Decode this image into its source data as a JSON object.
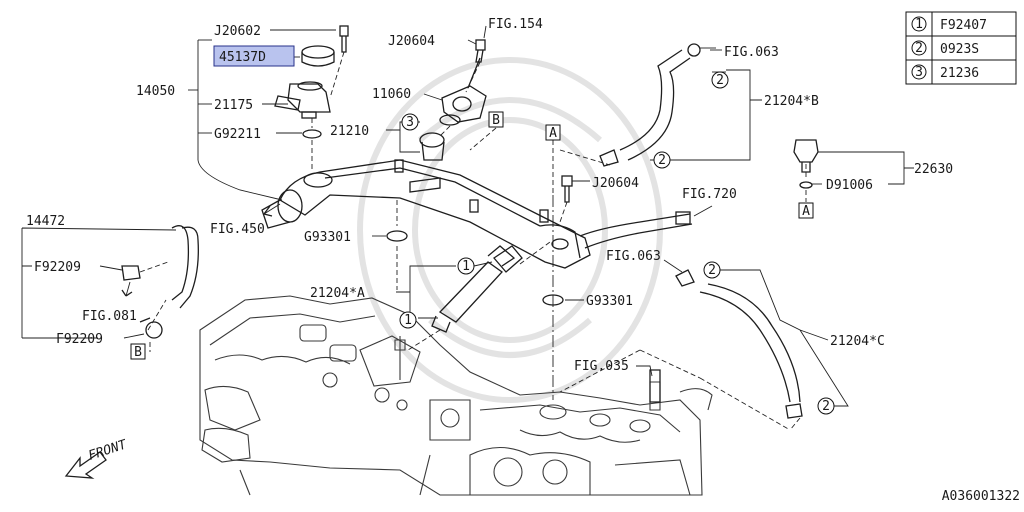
{
  "colors": {
    "highlight": "#b9c3ee",
    "line": "#1e1e1e",
    "background": "#ffffff"
  },
  "labels": {
    "j20602": "J20602",
    "p45137d": "45137D",
    "p14050": "14050",
    "p21175": "21175",
    "g92211": "G92211",
    "fig450": "FIG.450",
    "fig154": "FIG.154",
    "j20604_top": "J20604",
    "p11060": "11060",
    "p21210": "21210",
    "fig063_top": "FIG.063",
    "p21204b": "21204*B",
    "j20604_mid": "J20604",
    "fig720": "FIG.720",
    "g93301_left": "G93301",
    "p14472": "14472",
    "f92209_top": "F92209",
    "fig081": "FIG.081",
    "f92209_bot": "F92209",
    "p21204a": "21204*A",
    "g93301_mid": "G93301",
    "fig063_mid": "FIG.063",
    "p21204c": "21204*C",
    "fig035": "FIG.035",
    "p22630": "22630",
    "d91006": "D91006",
    "front": "FRONT",
    "diagram_id": "A036001322"
  },
  "refs": {
    "a_top": "A",
    "a_right": "A",
    "b_top": "B",
    "b_left": "B"
  },
  "callouts": {
    "one": "1",
    "two": "2",
    "three": "3"
  },
  "legend": [
    {
      "mark": "1",
      "part": "F92407"
    },
    {
      "mark": "2",
      "part": "0923S"
    },
    {
      "mark": "3",
      "part": "21236"
    }
  ]
}
